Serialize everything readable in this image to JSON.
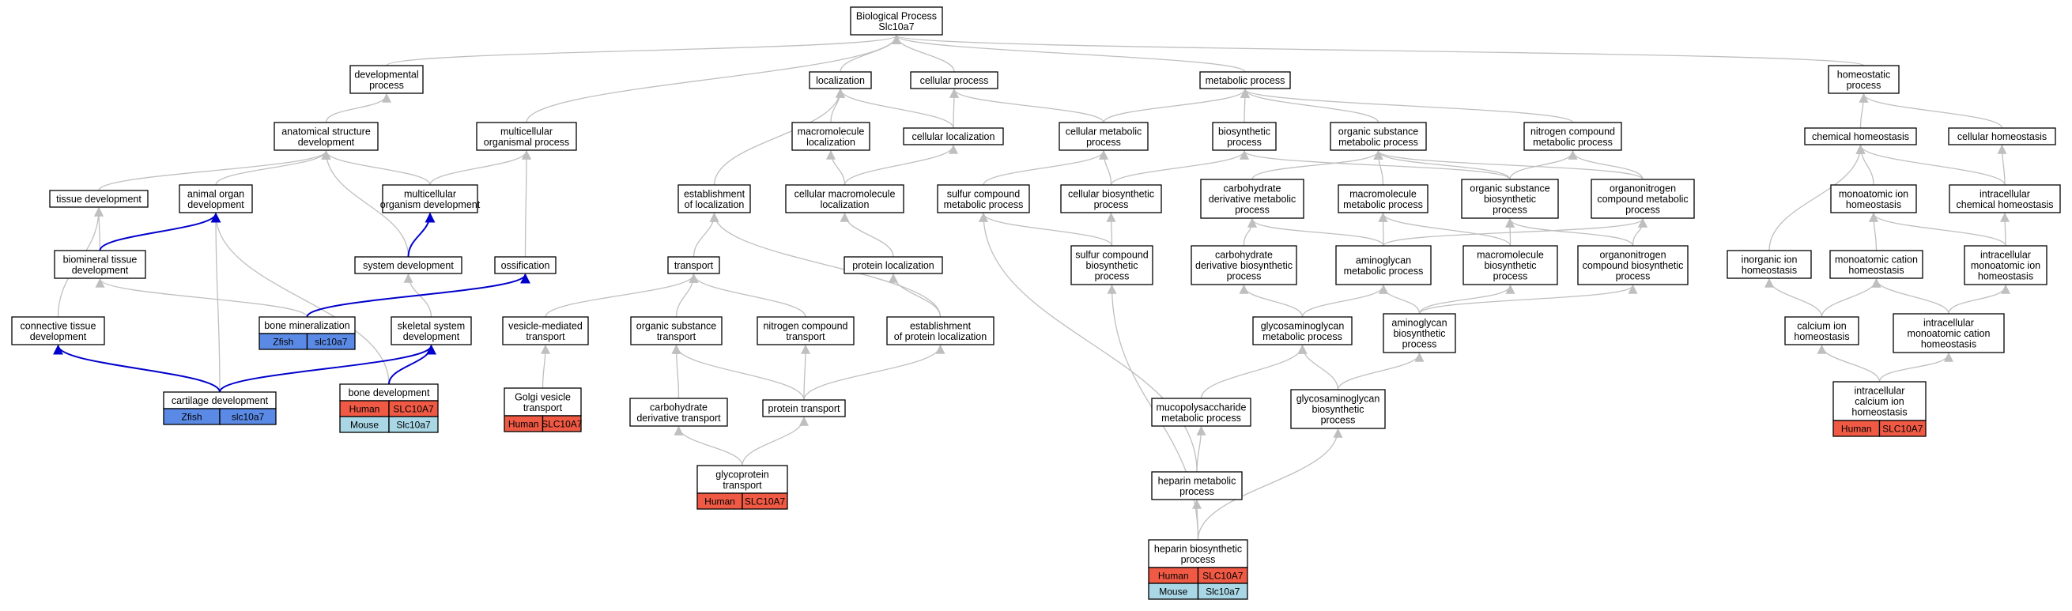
{
  "colors": {
    "human": "#f05a45",
    "mouse": "#a9d7e6",
    "zfish": "#5b8ae6",
    "gray_edge": "#bfbfbf",
    "blue_edge": "#0000cc"
  },
  "nodes": {
    "bp": [
      "Biological Process",
      "Slc10a7"
    ],
    "dev": [
      "developmental",
      "process"
    ],
    "loc": [
      "localization"
    ],
    "cell": [
      "cellular process"
    ],
    "met": [
      "metabolic process"
    ],
    "homeo": [
      "homeostatic",
      "process"
    ],
    "asd": [
      "anatomical structure",
      "development"
    ],
    "mop": [
      "multicellular",
      "organismal process"
    ],
    "mml": [
      "macromolecule",
      "localization"
    ],
    "cl": [
      "cellular localization"
    ],
    "cmp": [
      "cellular metabolic",
      "process"
    ],
    "bsp": [
      "biosynthetic",
      "process"
    ],
    "osmp": [
      "organic substance",
      "metabolic process"
    ],
    "ncmp": [
      "nitrogen compound",
      "metabolic process"
    ],
    "ch": [
      "chemical homeostasis"
    ],
    "ch2": [
      "cellular homeostasis"
    ],
    "td": [
      "tissue development"
    ],
    "aod": [
      "animal organ",
      "development"
    ],
    "mod": [
      "multicellular",
      "organism development"
    ],
    "eol": [
      "establishment",
      "of localization"
    ],
    "cml": [
      "cellular macromolecule",
      "localization"
    ],
    "scmp": [
      "sulfur compound",
      "metabolic process"
    ],
    "cbp": [
      "cellular biosynthetic",
      "process"
    ],
    "cdmp": [
      "carbohydrate",
      "derivative metabolic",
      "process"
    ],
    "mmp": [
      "macromolecule",
      "metabolic process"
    ],
    "osbp": [
      "organic substance",
      "biosynthetic",
      "process"
    ],
    "oncmp": [
      "organonitrogen",
      "compound metabolic",
      "process"
    ],
    "mih": [
      "monoatomic ion",
      "homeostasis"
    ],
    "ich": [
      "intracellular",
      "chemical homeostasis"
    ],
    "btd": [
      "biomineral tissue",
      "development"
    ],
    "sd": [
      "system development"
    ],
    "oss": [
      "ossification"
    ],
    "tr": [
      "transport"
    ],
    "pl": [
      "protein localization"
    ],
    "scbp": [
      "sulfur compound",
      "biosynthetic",
      "process"
    ],
    "cdbp": [
      "carbohydrate",
      "derivative biosynthetic",
      "process"
    ],
    "amp": [
      "aminoglycan",
      "metabolic process"
    ],
    "mbp": [
      "macromolecule",
      "biosynthetic",
      "process"
    ],
    "oncbp": [
      "organonitrogen",
      "compound biosynthetic",
      "process"
    ],
    "iih": [
      "inorganic ion",
      "homeostasis"
    ],
    "mch": [
      "monoatomic cation",
      "homeostasis"
    ],
    "imih": [
      "intracellular",
      "monoatomic ion",
      "homeostasis"
    ],
    "ctd": [
      "connective tissue",
      "development"
    ],
    "bm": [
      "bone mineralization"
    ],
    "ssd": [
      "skeletal system",
      "development"
    ],
    "vmt": [
      "vesicle-mediated",
      "transport"
    ],
    "ost": [
      "organic substance",
      "transport"
    ],
    "nct": [
      "nitrogen compound",
      "transport"
    ],
    "epl": [
      "establishment",
      "of protein localization"
    ],
    "gmp": [
      "glycosaminoglycan",
      "metabolic process"
    ],
    "abp": [
      "aminoglycan",
      "biosynthetic",
      "process"
    ],
    "cih": [
      "calcium ion",
      "homeostasis"
    ],
    "imch": [
      "intracellular",
      "monoatomic cation",
      "homeostasis"
    ],
    "cd": [
      "cartilage development"
    ],
    "bd": [
      "bone development"
    ],
    "gvt": [
      "Golgi vesicle",
      "transport"
    ],
    "cdt": [
      "carbohydrate",
      "derivative transport"
    ],
    "pt": [
      "protein transport"
    ],
    "mpmp": [
      "mucopolysaccharide",
      "metabolic process"
    ],
    "gbp": [
      "glycosaminoglycan",
      "biosynthetic",
      "process"
    ],
    "icih": [
      "intracellular",
      "calcium ion",
      "homeostasis"
    ],
    "gpt": [
      "glycoprotein",
      "transport"
    ],
    "hmp": [
      "heparin metabolic",
      "process"
    ],
    "hbp": [
      "heparin biosynthetic",
      "process"
    ]
  },
  "badges": {
    "bm": [
      [
        "Zfish",
        "slc10a7"
      ]
    ],
    "cd": [
      [
        "Zfish",
        "slc10a7"
      ]
    ],
    "bd": [
      [
        "Human",
        "SLC10A7"
      ],
      [
        "Mouse",
        "Slc10a7"
      ]
    ],
    "gvt": [
      [
        "Human",
        "SLC10A7"
      ]
    ],
    "gpt": [
      [
        "Human",
        "SLC10A7"
      ]
    ],
    "hbp": [
      [
        "Human",
        "SLC10A7"
      ],
      [
        "Mouse",
        "Slc10a7"
      ]
    ],
    "icih": [
      [
        "Human",
        "SLC10A7"
      ]
    ]
  }
}
